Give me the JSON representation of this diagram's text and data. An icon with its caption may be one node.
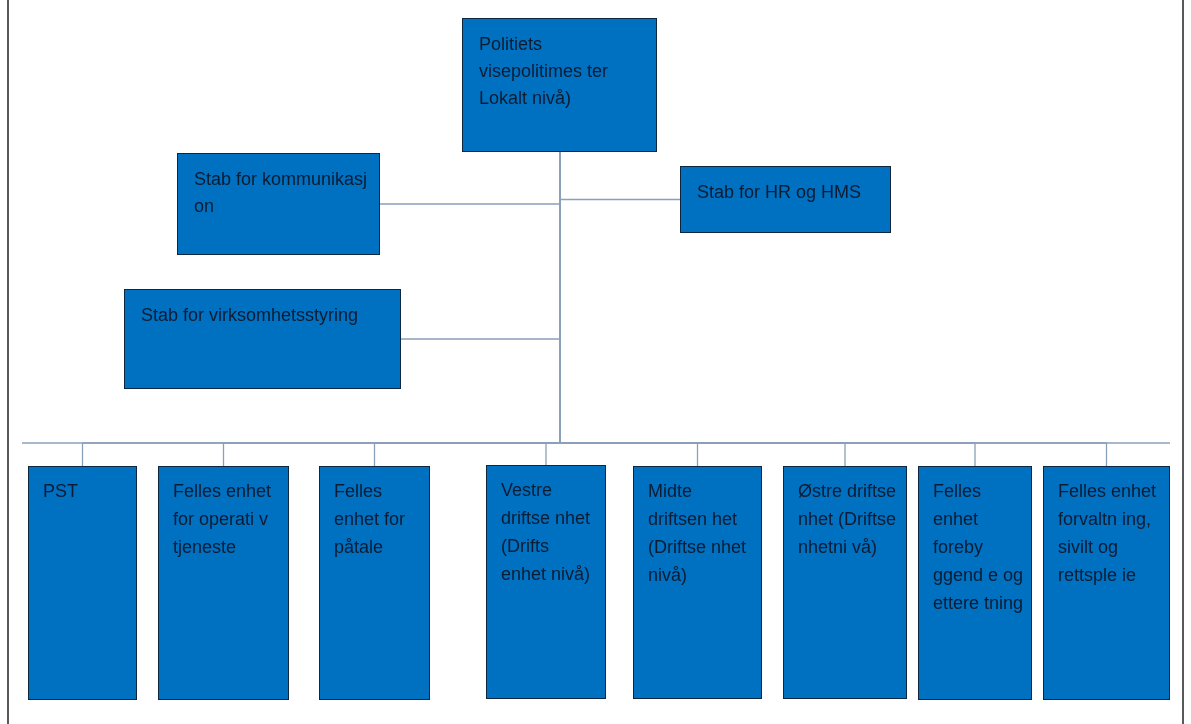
{
  "diagram": {
    "nodes": [
      {
        "text": [
          "Politiets visepolitimes ter Lokalt nivå)"
        ]
      },
      {
        "text": [
          "Stab for kommunikasj on"
        ]
      },
      {
        "text": [
          "Stab for HR og HMS"
        ]
      },
      {
        "text": [
          "Stab for virksomhetsstyring"
        ]
      },
      {
        "text": [
          "PST"
        ]
      },
      {
        "text": [
          "Felles enhet for operati v tjeneste"
        ]
      },
      {
        "text": [
          "Felles enhet for påtale"
        ]
      },
      {
        "text": [
          "Vestre driftse nhet (Drifts enhet nivå)"
        ]
      },
      {
        "text": [
          "Midte driftsen het (Driftse nhet nivå)"
        ]
      },
      {
        "text": [
          "Østre driftse nhet (Driftse nhetni vå)"
        ]
      },
      {
        "text": [
          "Felles enhet foreby ggend e og ettere tning"
        ]
      },
      {
        "text": [
          "Felles enhet forvaltn ing, sivilt og rettsple ie"
        ]
      }
    ],
    "edges": [
      {
        "from": 0,
        "to": 1,
        "arrow": "none"
      },
      {
        "from": 0,
        "to": 2,
        "arrow": "none"
      },
      {
        "from": 0,
        "to": 3,
        "arrow": "none"
      },
      {
        "from": 0,
        "to": 4,
        "arrow": "none"
      },
      {
        "from": 0,
        "to": 5,
        "arrow": "none"
      },
      {
        "from": 0,
        "to": 6,
        "arrow": "none"
      },
      {
        "from": 0,
        "to": 7,
        "arrow": "none"
      },
      {
        "from": 0,
        "to": 8,
        "arrow": "none"
      },
      {
        "from": 0,
        "to": 9,
        "arrow": "none"
      },
      {
        "from": 0,
        "to": 10,
        "arrow": "none"
      },
      {
        "from": 0,
        "to": 11,
        "arrow": "none"
      }
    ]
  }
}
